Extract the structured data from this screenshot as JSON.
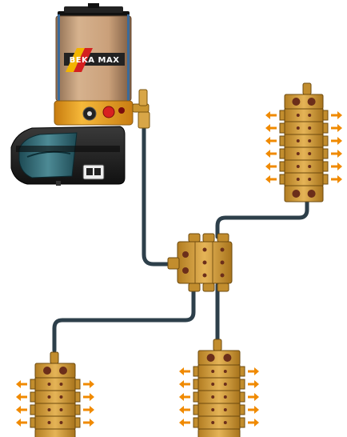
{
  "pump": {
    "brand_logo": "BEKA MAX",
    "reservoir_color": "#c9a27a",
    "base_color": "#f2a21b",
    "housing_color": "#1e1e1e",
    "lid_color": "#0f0f0f"
  },
  "piping": {
    "line_color": "#2d3f4a"
  },
  "distributors": {
    "block_color": "#d9a441",
    "outlet_arrow_color": "#f08a00",
    "main_outlets": 6,
    "secondary_outlets": [
      12,
      8,
      10
    ]
  },
  "icons": {
    "outlet": "arrow-right-icon",
    "gauge": "pressure-gauge-icon",
    "control": "control-panel-icon"
  }
}
